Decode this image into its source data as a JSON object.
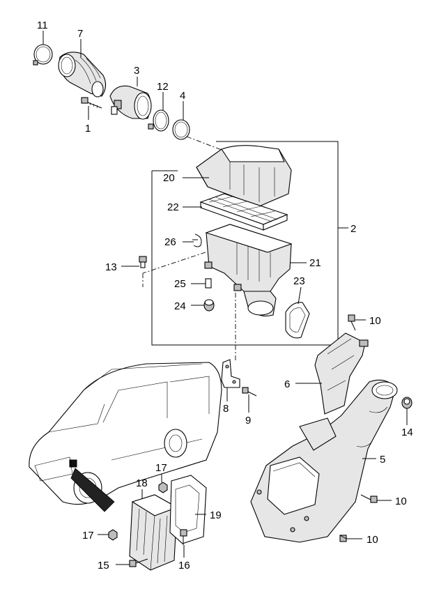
{
  "callouts": {
    "c1": "1",
    "c2": "2",
    "c3": "3",
    "c4": "4",
    "c5": "5",
    "c6": "6",
    "c7": "7",
    "c8": "8",
    "c9": "9",
    "c10a": "10",
    "c10b": "10",
    "c10c": "10",
    "c11": "11",
    "c12": "12",
    "c13": "13",
    "c14": "14",
    "c15": "15",
    "c16": "16",
    "c17a": "17",
    "c17b": "17",
    "c18": "18",
    "c19": "19",
    "c20": "20",
    "c21": "21",
    "c22": "22",
    "c23": "23",
    "c24": "24",
    "c25": "25",
    "c26": "26"
  }
}
